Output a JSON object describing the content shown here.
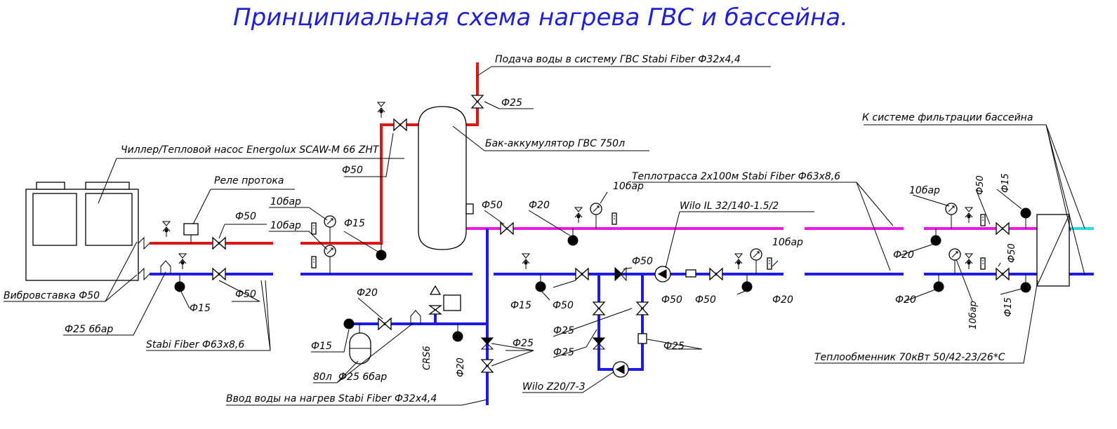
{
  "title": "Принципиальная схема нагрева ГВС и бассейна.",
  "labels": {
    "supply_dhw": "Подача воды в систему ГВС Stabi Fiber Ф32х4,4",
    "d25_top": "Ф25",
    "tank": "Бак-аккумулятор ГВС 750л",
    "chiller": "Чиллер/Тепловой насос Energolux SCAW-M 66 ZHT",
    "d50_riser": "Ф50",
    "flow_relay": "Реле протока",
    "d50_red": "Ф50",
    "p10_a": "10бар",
    "p10_b": "10бар",
    "d15_a": "Ф15",
    "vibro": "Вибровставка Ф50",
    "d50_blue": "Ф50",
    "d15_b": "Ф15",
    "d25_6bar": "Ф25 6бар",
    "stabi_63": "Stabi Fiber Ф63х8,6",
    "d20_a": "Ф20",
    "d15_c": "Ф15",
    "tank_80": "80л",
    "d25_6bar_b": "Ф25 6бар",
    "crs6": "CRS6",
    "d20_b": "Ф20",
    "d25_c": "Ф25",
    "inlet": "Ввод воды на нагрев Stabi Fiber Ф32х4,4",
    "d50_mag": "Ф50",
    "d20_c": "Ф20",
    "p10_c": "10бар",
    "heatline": "Теплотрасса 2х100м Stabi Fiber Ф63х8,6",
    "wilo_il": "Wilo IL 32/140-1.5/2",
    "d50_d": "Ф50",
    "d15_d": "Ф15",
    "d50_e": "Ф50",
    "d25_d": "Ф25",
    "d25_e": "Ф25",
    "d25_f": "Ф25",
    "wilo_z": "Wilo Z20/7-3",
    "d50_f": "Ф50",
    "d50_g": "Ф50",
    "p10_d": "10бар",
    "d20_d": "Ф20",
    "filtration": "К системе фильтрации  бассейна",
    "p10_e": "10бар",
    "d50_h": "Ф50",
    "d15_e": "Ф15",
    "d20_e": "Ф20",
    "d50_i": "Ф50",
    "d20_f": "Ф20",
    "p10_f": "10бар",
    "d15_f": "Ф15",
    "hex": "Теплообменник 70кВт 50/42-23/26*С"
  },
  "colors": {
    "title": "#1f1fd6",
    "hot_pipe": "#e01515",
    "cold_pipe": "#1c1ce6",
    "heatline_pipe": "#e818e8",
    "pool_pipe": "#22dede"
  }
}
